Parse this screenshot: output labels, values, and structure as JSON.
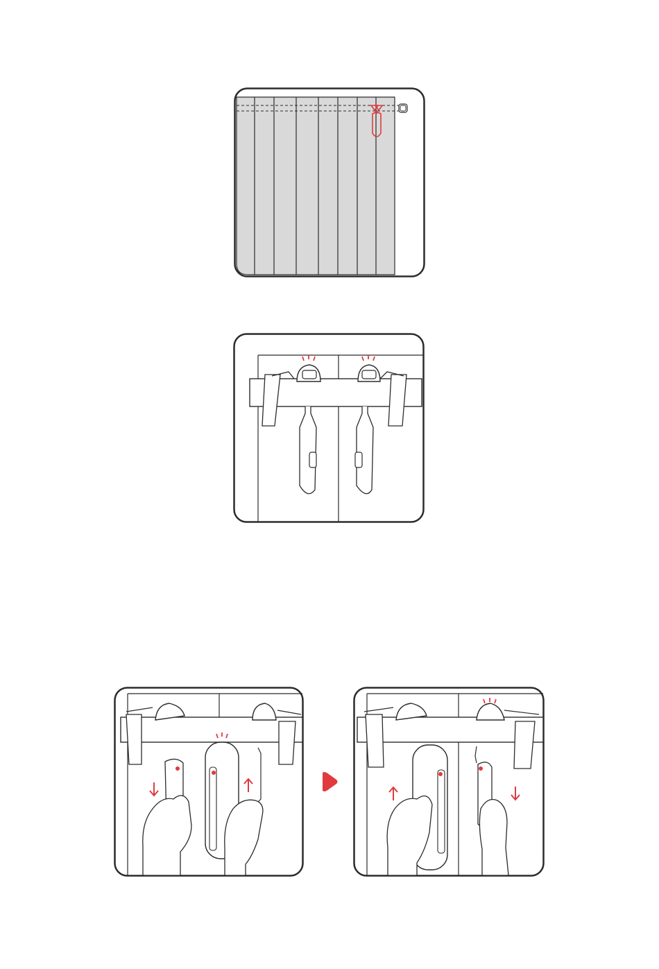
{
  "colors": {
    "line": "#2b2b2b",
    "accent_red": "#e03a3e",
    "curtain_fill": "#d9d9d9",
    "background": "#ffffff"
  },
  "panels": [
    {
      "id": "curtain-track-overview",
      "icons": [
        "curtain-icon",
        "track-icon",
        "motor-hook-icon",
        "end-cap-icon"
      ]
    },
    {
      "id": "motors-on-track",
      "icons": [
        "motor-left-icon",
        "motor-right-icon",
        "indicator-light-icon",
        "strap-icon"
      ]
    },
    {
      "id": "press-motors-step-1",
      "icons": [
        "hand-icon",
        "arrow-down-icon",
        "arrow-up-icon"
      ]
    },
    {
      "id": "press-motors-step-2",
      "icons": [
        "hand-icon",
        "arrow-up-icon",
        "arrow-down-icon"
      ]
    }
  ],
  "step_arrow": {
    "icon": "next-step-triangle-icon"
  }
}
